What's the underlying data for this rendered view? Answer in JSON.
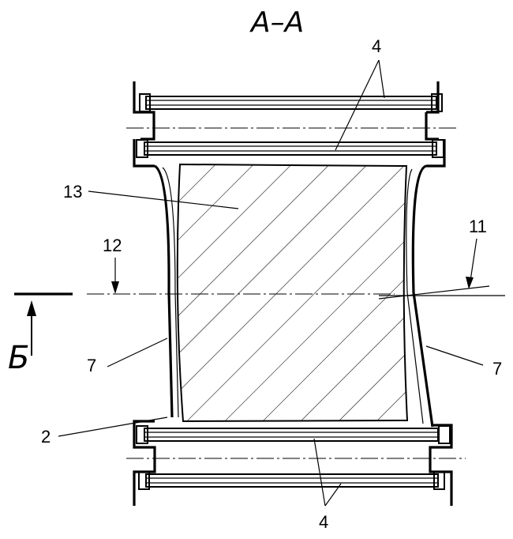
{
  "title": "A–A",
  "section_mark": "Б",
  "labels": {
    "l_4_top": "4",
    "l_13": "13",
    "l_12": "12",
    "l_11": "11",
    "l_7_left": "7",
    "l_7_right": "7",
    "l_2": "2",
    "l_4_bottom": "4"
  }
}
